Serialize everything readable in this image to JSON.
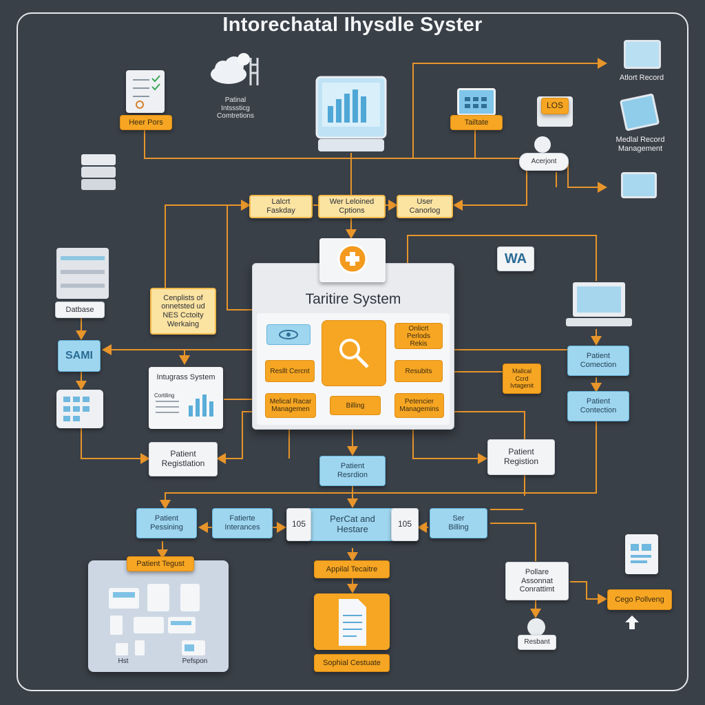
{
  "title": "Intorechatal Ihysdle Syster",
  "top_left": {
    "box_label": "Heer Pors",
    "cloud_label": "Patinal\nIntsssticg\nComtretions"
  },
  "top_center_box": "Tailtate",
  "top_right": {
    "lcd_badge": "LOS",
    "agent_label": "Acerjont",
    "alert_label": "Atlort Record",
    "medical_label": "Medlal Record\nManagement"
  },
  "row_options": {
    "left": "Lalcrt\nFaskday",
    "center": "Wer Leloined\nCptions",
    "right": "User\nCanorlog"
  },
  "left_side": {
    "database_label": "Datbase",
    "complaints_box": "Cenplists of\nonnetsted ud\nNES Cctoity\nWerkaing",
    "sami_label": "SAMI",
    "wa_label": "WA"
  },
  "integration_panel": {
    "title": "Intugrass System",
    "subtitle": "Cortiling"
  },
  "central_system": {
    "title": "Taritire System",
    "modules": {
      "patient_periods": "Onlicrt\nPerlods\nRekis",
      "result_content": "Resllt Cercnt",
      "results": "Resubits",
      "medical_record": "Melical Racar\nManagemen",
      "billing": "Billing",
      "patients_management": "Petencier\nManagemins"
    }
  },
  "right_side": {
    "medical_card_box": "Mallcal\nCcrd\nIvtagenit",
    "patient_connection_1": "Patient\nComection",
    "patient_connection_2": "Patient\nContection"
  },
  "registration": {
    "left": "Patient\nRegistlation",
    "center": "Patient\nResrdion",
    "right": "Patient\nRegistion"
  },
  "bottom_row": {
    "patient_pessining": "Patient\nPessining",
    "fatient_interances": "Fatierte\nInterances",
    "center_title": "PerCat and\nHestare",
    "badge_left": "105",
    "badge_right": "105",
    "ser_billing": "Ser\nBilling"
  },
  "bottom_left": {
    "group_title": "Patient Tegust",
    "label_left": "Hst",
    "label_right": "Pefspon"
  },
  "bottom_center": {
    "top_label": "Appilal Tecaitre",
    "bottom_label": "Sophial Cestuate"
  },
  "bottom_right": {
    "assessment_box": "Pollare\nAssonnat\nConrattimt",
    "respond_label": "Resbant",
    "cego_label": "Cego Pollveng"
  },
  "colors": {
    "accent_orange": "#f6a623",
    "accent_blue": "#9fd6ef",
    "background": "#3a4048",
    "wire": "#e8952a"
  }
}
